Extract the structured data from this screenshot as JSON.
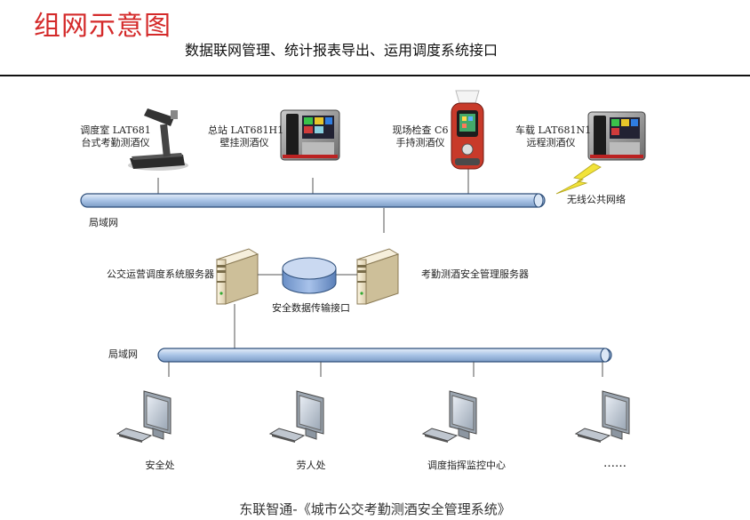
{
  "header": {
    "title": "组网示意图",
    "subtitle": "数据联网管理、统计报表导出、运用调度系统接口"
  },
  "top_devices": [
    {
      "line1": "调度室  LAT681",
      "line2": "台式考勤测酒仪"
    },
    {
      "line1": "总站  LAT681H1",
      "line2": "壁挂测酒仪"
    },
    {
      "line1": "现场检查  C6",
      "line2": "手持测酒仪"
    },
    {
      "line1": "车载  LAT681N1",
      "line2": "远程测酒仪"
    }
  ],
  "wireless_label": "无线公共网络",
  "lan_label_top": "局域网",
  "lan_label_bottom": "局域网",
  "server_left_label": "公交运营调度系统服务器",
  "server_right_label": "考勤测酒安全管理服务器",
  "db_label": "安全数据传输接口",
  "workstations": [
    "安全处",
    "劳人处",
    "调度指挥监控中心",
    "……"
  ],
  "footer": "东联智通-《城市公交考勤测酒安全管理系统》",
  "colors": {
    "title": "#d42a2a",
    "bus_fill": "#a9c4e6",
    "bus_stroke": "#2d4e7a"
  }
}
